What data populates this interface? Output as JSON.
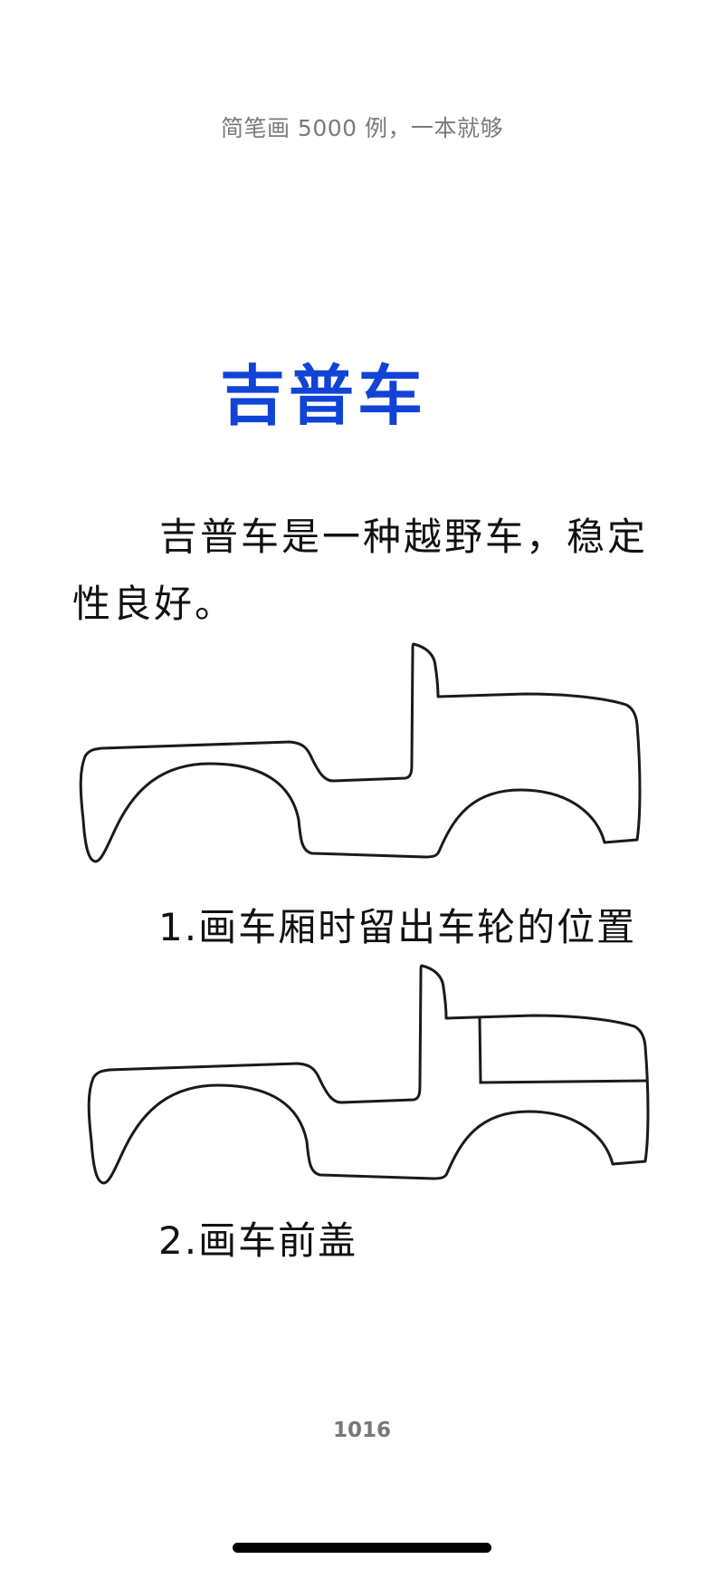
{
  "header": {
    "title": "简笔画 5000 例，一本就够"
  },
  "page": {
    "title": "吉普车",
    "intro": "吉普车是一种越野车，稳定性良好。",
    "steps": [
      {
        "label": "1.画车厢时留出车轮的位置",
        "drawing": "jeep-body-outline"
      },
      {
        "label": "2.画车前盖",
        "drawing": "jeep-body-with-hood"
      }
    ],
    "page_number": "1016"
  },
  "colors": {
    "title": "#1043d6",
    "header_text": "#7a7a7a",
    "body_text": "#111111",
    "line_art": "#1a1a1a"
  }
}
